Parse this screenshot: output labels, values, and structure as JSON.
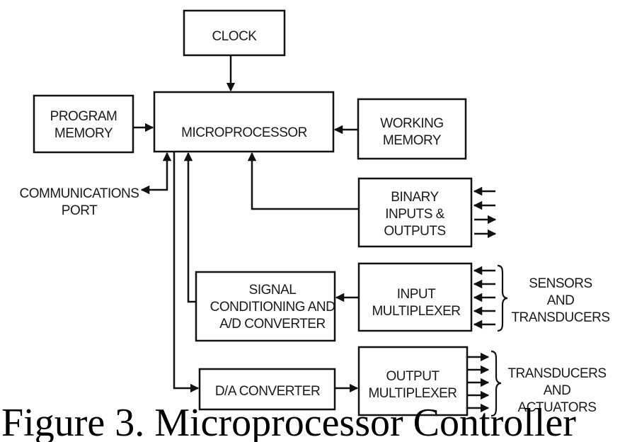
{
  "blocks": {
    "clock": [
      "CLOCK"
    ],
    "program_memory": [
      "PROGRAM",
      "MEMORY"
    ],
    "microprocessor": [
      "MICROPROCESSOR"
    ],
    "working_memory": [
      "WORKING",
      "MEMORY"
    ],
    "binary_io": [
      "BINARY",
      "INPUTS &",
      "OUTPUTS"
    ],
    "signal_conditioning": [
      "SIGNAL",
      "CONDITIONING AND",
      "A/D CONVERTER"
    ],
    "input_multiplexer": [
      "INPUT",
      "MULTIPLEXER"
    ],
    "da_converter": [
      "D/A CONVERTER"
    ],
    "output_multiplexer": [
      "OUTPUT",
      "MULTIPLEXER"
    ]
  },
  "labels": {
    "communications_port": [
      "COMMUNICATIONS",
      "PORT"
    ],
    "sensors_transducers": [
      "SENSORS",
      "AND",
      "TRANSDUCERS"
    ],
    "transducers_actuators": [
      "TRANSDUCERS",
      "AND",
      "ACTUATORS"
    ]
  },
  "caption": "Figure 3. Microprocessor Controller"
}
